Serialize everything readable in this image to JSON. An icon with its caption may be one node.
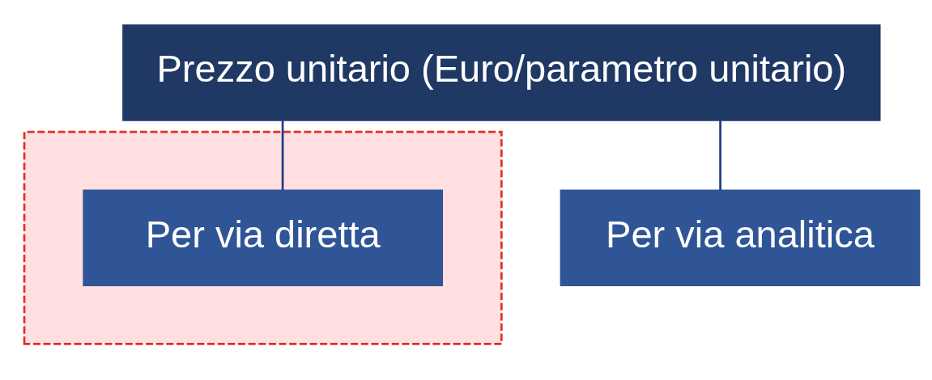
{
  "diagram": {
    "nodes": [
      {
        "text": [
          "Prezzo unitario (Euro/parametro unitario)"
        ]
      },
      {
        "text": [],
        "shape": "box"
      },
      {
        "text": [
          "Per via diretta"
        ],
        "in": 1
      },
      {
        "text": [
          "Per via analitica"
        ]
      }
    ],
    "edges": [
      {
        "from": 0,
        "to": 2,
        "arrow": "none"
      },
      {
        "from": 0,
        "to": 3,
        "arrow": "none"
      }
    ]
  }
}
